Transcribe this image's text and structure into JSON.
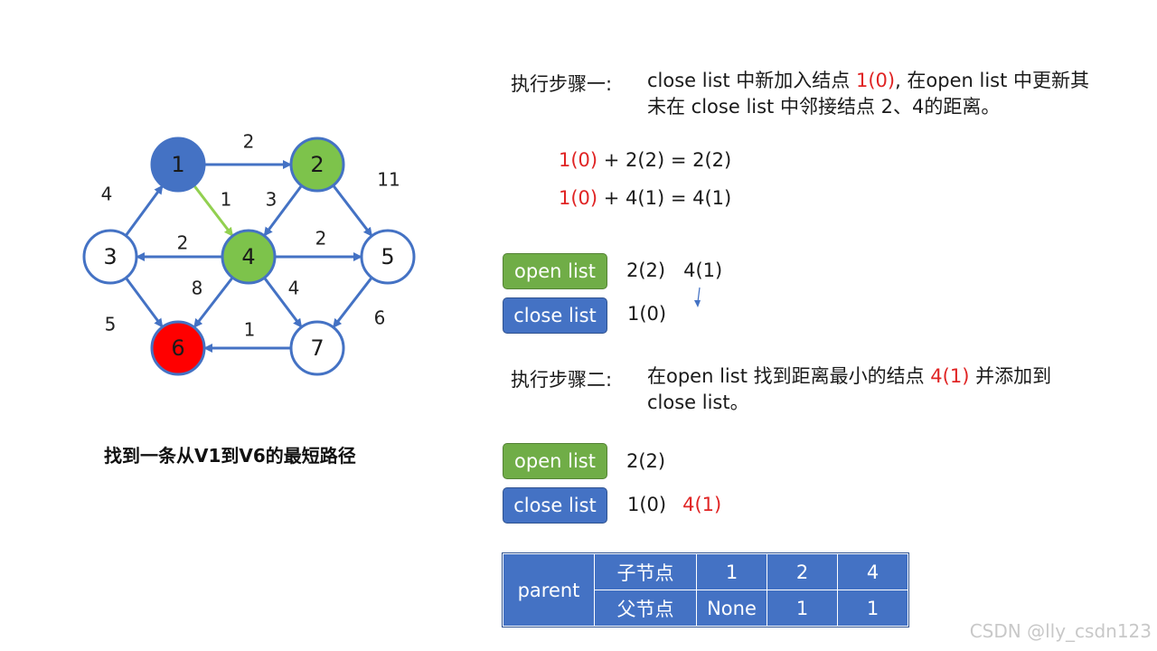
{
  "graph": {
    "nodes": [
      {
        "id": "1",
        "fill": "#4472c4",
        "text_color": "#1a1a1a"
      },
      {
        "id": "2",
        "fill": "#7dc34b",
        "text_color": "#1a1a1a"
      },
      {
        "id": "3",
        "fill": "#ffffff",
        "text_color": "#1a1a1a"
      },
      {
        "id": "4",
        "fill": "#7dc34b",
        "text_color": "#1a1a1a"
      },
      {
        "id": "5",
        "fill": "#ffffff",
        "text_color": "#1a1a1a"
      },
      {
        "id": "6",
        "fill": "#ff0000",
        "text_color": "#1a1a1a"
      },
      {
        "id": "7",
        "fill": "#ffffff",
        "text_color": "#1a1a1a"
      }
    ],
    "edges": [
      {
        "from": "1",
        "to": "2",
        "weight": "2",
        "color": "#4472c4"
      },
      {
        "from": "3",
        "to": "1",
        "weight": "4",
        "color": "#4472c4"
      },
      {
        "from": "1",
        "to": "4",
        "weight": "1",
        "color": "#92d050"
      },
      {
        "from": "2",
        "to": "4",
        "weight": "3",
        "color": "#4472c4"
      },
      {
        "from": "2",
        "to": "5",
        "weight": "11",
        "color": "#4472c4"
      },
      {
        "from": "4",
        "to": "3",
        "weight": "2",
        "color": "#4472c4"
      },
      {
        "from": "4",
        "to": "5",
        "weight": "2",
        "color": "#4472c4"
      },
      {
        "from": "3",
        "to": "6",
        "weight": "5",
        "color": "#4472c4"
      },
      {
        "from": "4",
        "to": "6",
        "weight": "8",
        "color": "#4472c4"
      },
      {
        "from": "4",
        "to": "7",
        "weight": "4",
        "color": "#4472c4"
      },
      {
        "from": "5",
        "to": "7",
        "weight": "6",
        "color": "#4472c4"
      },
      {
        "from": "7",
        "to": "6",
        "weight": "1",
        "color": "#4472c4"
      }
    ],
    "node_stroke": "#4472c4"
  },
  "caption": "找到一条从V1到V6的最短路径",
  "step1": {
    "label": "执行步骤一:",
    "line1_a": "close list 中新加入结点 ",
    "line1_red": "1(0)",
    "line1_b": ", 在open list 中更新其",
    "line2": "未在 close list 中邻接结点 2、4的距离。"
  },
  "equations": [
    {
      "red": "1(0)",
      "rest": " + 2(2) = 2(2)"
    },
    {
      "red": "1(0)",
      "rest": " + 4(1) = 4(1)"
    }
  ],
  "lists1": {
    "open_label": "open list",
    "open_values": "2(2)   4(1)",
    "close_label": "close list",
    "close_value_red": "1(0)"
  },
  "step2": {
    "label": "执行步骤二:",
    "line1_a": "在open list 找到距离最小的结点 ",
    "line1_red": "4(1)",
    "line1_b": " 并添加到",
    "line2": "close list。"
  },
  "lists2": {
    "open_label": "open list",
    "open_values": "2(2)",
    "close_label": "close list",
    "close_value": "1(0)",
    "close_value_red": "4(1)"
  },
  "parent_table": {
    "row_header": "parent",
    "child_label": "子节点",
    "parent_label": "父节点",
    "children": [
      "1",
      "2",
      "4"
    ],
    "parents": [
      "None",
      "1",
      "1"
    ]
  },
  "watermark": "CSDN @lly_csdn123"
}
